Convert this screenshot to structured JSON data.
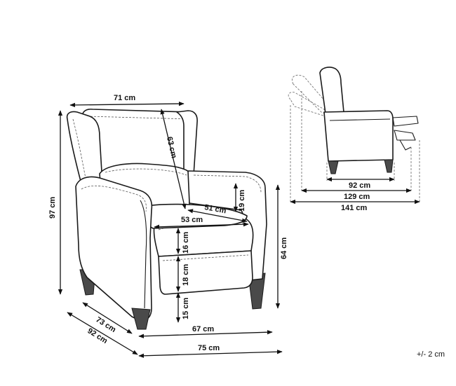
{
  "dimensions": {
    "width_top": "71 cm",
    "backrest_height": "63 cm",
    "total_height": "97 cm",
    "seat_depth": "51 cm",
    "armrest_height": "19 cm",
    "seat_width": "53 cm",
    "seat_cushion": "16 cm",
    "seat_base": "18 cm",
    "leg_height": "15 cm",
    "depth_inner": "73 cm",
    "depth_outer": "92 cm",
    "width_base": "67 cm",
    "width_total": "75 cm",
    "arm_height": "64 cm",
    "side_depth_1": "92 cm",
    "side_depth_2": "129 cm",
    "side_depth_3": "141 cm"
  },
  "tolerance": "+/- 2 cm"
}
